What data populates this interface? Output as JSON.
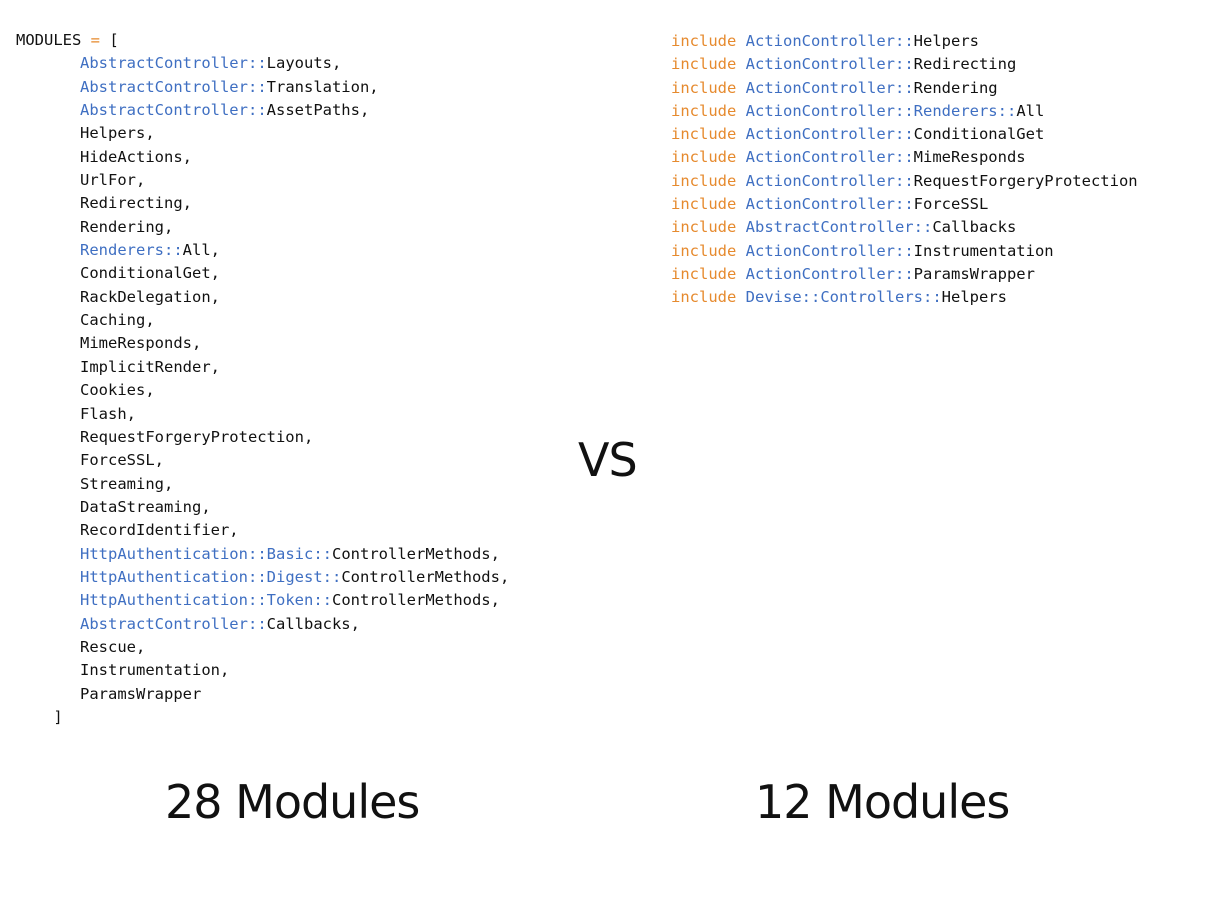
{
  "left_code": {
    "open_line": [
      {
        "t": "MODULES ",
        "c": "plain"
      },
      {
        "t": "=",
        "c": "orange"
      },
      {
        "t": " [",
        "c": "plain"
      }
    ],
    "lines": [
      [
        {
          "t": "AbstractController",
          "c": "blue"
        },
        {
          "t": "::",
          "c": "sep"
        },
        {
          "t": "Layouts,",
          "c": "plain"
        }
      ],
      [
        {
          "t": "AbstractController",
          "c": "blue"
        },
        {
          "t": "::",
          "c": "sep"
        },
        {
          "t": "Translation,",
          "c": "plain"
        }
      ],
      [
        {
          "t": "AbstractController",
          "c": "blue"
        },
        {
          "t": "::",
          "c": "sep"
        },
        {
          "t": "AssetPaths,",
          "c": "plain"
        }
      ],
      [
        {
          "t": "Helpers,",
          "c": "plain"
        }
      ],
      [
        {
          "t": "HideActions,",
          "c": "plain"
        }
      ],
      [
        {
          "t": "UrlFor,",
          "c": "plain"
        }
      ],
      [
        {
          "t": "Redirecting,",
          "c": "plain"
        }
      ],
      [
        {
          "t": "Rendering,",
          "c": "plain"
        }
      ],
      [
        {
          "t": "Renderers",
          "c": "blue"
        },
        {
          "t": "::",
          "c": "sep"
        },
        {
          "t": "All,",
          "c": "plain"
        }
      ],
      [
        {
          "t": "ConditionalGet,",
          "c": "plain"
        }
      ],
      [
        {
          "t": "RackDelegation,",
          "c": "plain"
        }
      ],
      [
        {
          "t": "Caching,",
          "c": "plain"
        }
      ],
      [
        {
          "t": "MimeResponds,",
          "c": "plain"
        }
      ],
      [
        {
          "t": "ImplicitRender,",
          "c": "plain"
        }
      ],
      [
        {
          "t": "Cookies,",
          "c": "plain"
        }
      ],
      [
        {
          "t": "Flash,",
          "c": "plain"
        }
      ],
      [
        {
          "t": "RequestForgeryProtection,",
          "c": "plain"
        }
      ],
      [
        {
          "t": "ForceSSL,",
          "c": "plain"
        }
      ],
      [
        {
          "t": "Streaming,",
          "c": "plain"
        }
      ],
      [
        {
          "t": "DataStreaming,",
          "c": "plain"
        }
      ],
      [
        {
          "t": "RecordIdentifier,",
          "c": "plain"
        }
      ],
      [
        {
          "t": "HttpAuthentication",
          "c": "blue"
        },
        {
          "t": "::",
          "c": "sep"
        },
        {
          "t": "Basic",
          "c": "blue"
        },
        {
          "t": "::",
          "c": "sep"
        },
        {
          "t": "ControllerMethods,",
          "c": "plain"
        }
      ],
      [
        {
          "t": "HttpAuthentication",
          "c": "blue"
        },
        {
          "t": "::",
          "c": "sep"
        },
        {
          "t": "Digest",
          "c": "blue"
        },
        {
          "t": "::",
          "c": "sep"
        },
        {
          "t": "ControllerMethods,",
          "c": "plain"
        }
      ],
      [
        {
          "t": "HttpAuthentication",
          "c": "blue"
        },
        {
          "t": "::",
          "c": "sep"
        },
        {
          "t": "Token",
          "c": "blue"
        },
        {
          "t": "::",
          "c": "sep"
        },
        {
          "t": "ControllerMethods,",
          "c": "plain"
        }
      ],
      [
        {
          "t": "AbstractController",
          "c": "blue"
        },
        {
          "t": "::",
          "c": "sep"
        },
        {
          "t": "Callbacks,",
          "c": "plain"
        }
      ],
      [
        {
          "t": "Rescue,",
          "c": "plain"
        }
      ],
      [
        {
          "t": "Instrumentation,",
          "c": "plain"
        }
      ],
      [
        {
          "t": "ParamsWrapper",
          "c": "plain"
        }
      ]
    ],
    "close_line": "    ]"
  },
  "right_code": {
    "keyword": "include",
    "lines": [
      [
        {
          "t": "ActionController",
          "c": "blue"
        },
        {
          "t": "::",
          "c": "sep"
        },
        {
          "t": "Helpers",
          "c": "plain"
        }
      ],
      [
        {
          "t": "ActionController",
          "c": "blue"
        },
        {
          "t": "::",
          "c": "sep"
        },
        {
          "t": "Redirecting",
          "c": "plain"
        }
      ],
      [
        {
          "t": "ActionController",
          "c": "blue"
        },
        {
          "t": "::",
          "c": "sep"
        },
        {
          "t": "Rendering",
          "c": "plain"
        }
      ],
      [
        {
          "t": "ActionController",
          "c": "blue"
        },
        {
          "t": "::",
          "c": "sep"
        },
        {
          "t": "Renderers",
          "c": "blue"
        },
        {
          "t": "::",
          "c": "sep"
        },
        {
          "t": "All",
          "c": "plain"
        }
      ],
      [
        {
          "t": "ActionController",
          "c": "blue"
        },
        {
          "t": "::",
          "c": "sep"
        },
        {
          "t": "ConditionalGet",
          "c": "plain"
        }
      ],
      [
        {
          "t": "ActionController",
          "c": "blue"
        },
        {
          "t": "::",
          "c": "sep"
        },
        {
          "t": "MimeResponds",
          "c": "plain"
        }
      ],
      [
        {
          "t": "ActionController",
          "c": "blue"
        },
        {
          "t": "::",
          "c": "sep"
        },
        {
          "t": "RequestForgeryProtection",
          "c": "plain"
        }
      ],
      [
        {
          "t": "ActionController",
          "c": "blue"
        },
        {
          "t": "::",
          "c": "sep"
        },
        {
          "t": "ForceSSL",
          "c": "plain"
        }
      ],
      [
        {
          "t": "AbstractController",
          "c": "blue"
        },
        {
          "t": "::",
          "c": "sep"
        },
        {
          "t": "Callbacks",
          "c": "plain"
        }
      ],
      [
        {
          "t": "ActionController",
          "c": "blue"
        },
        {
          "t": "::",
          "c": "sep"
        },
        {
          "t": "Instrumentation",
          "c": "plain"
        }
      ],
      [
        {
          "t": "ActionController",
          "c": "blue"
        },
        {
          "t": "::",
          "c": "sep"
        },
        {
          "t": "ParamsWrapper",
          "c": "plain"
        }
      ],
      [
        {
          "t": "Devise",
          "c": "blue"
        },
        {
          "t": "::",
          "c": "sep"
        },
        {
          "t": "Controllers",
          "c": "blue"
        },
        {
          "t": "::",
          "c": "sep"
        },
        {
          "t": "Helpers",
          "c": "plain"
        }
      ]
    ]
  },
  "vs_label": "VS",
  "left_count_label": "28 Modules",
  "right_count_label": "12 Modules",
  "colors": {
    "blue": "#3f6fc2",
    "orange": "#e68a2e",
    "text": "#111111"
  }
}
